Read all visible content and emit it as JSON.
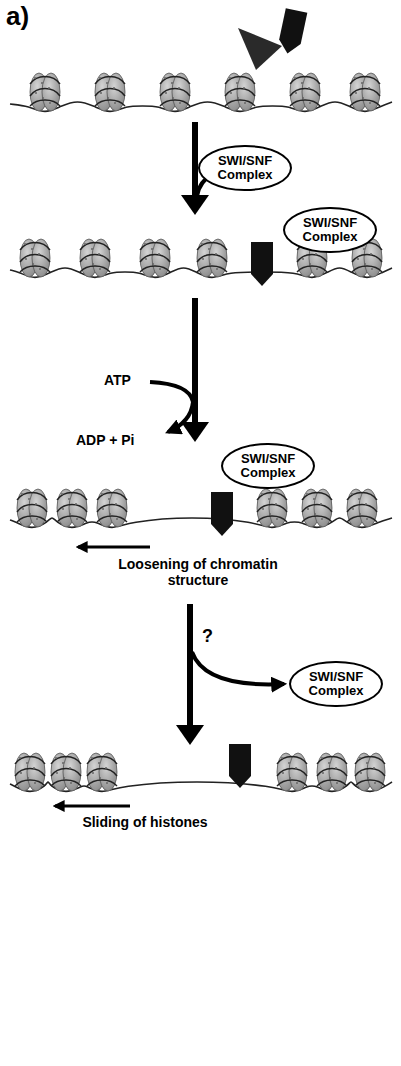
{
  "diagram": {
    "nodes": [
      {
        "text": [
          "SWI/SNF Complex"
        ]
      },
      {
        "text": [
          "SWI/SNF Complex"
        ]
      },
      {
        "text": [
          "SWI/SNF Complex"
        ]
      },
      {
        "text": [
          "SWI/SNF Complex"
        ]
      }
    ],
    "labels": [
      "a)",
      "ATP",
      "ADP + Pi",
      "Loosening of chromatin structure",
      "?",
      "Sliding of histones"
    ]
  }
}
